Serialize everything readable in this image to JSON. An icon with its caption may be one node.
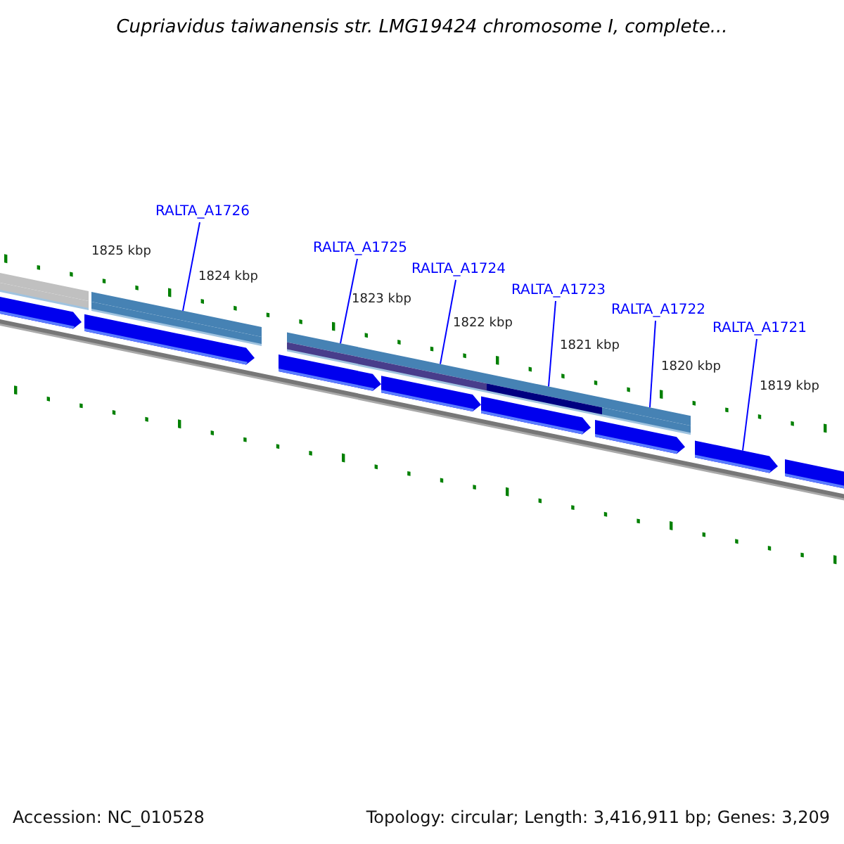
{
  "diagram": {
    "title": "Cupriavidus taiwanensis str. LMG19424 chromosome I, complete...",
    "nodes": [
      {
        "text": [
          "RALTA_A1726"
        ]
      },
      {
        "text": [
          "RALTA_A1725"
        ]
      },
      {
        "text": [
          "RALTA_A1724"
        ]
      },
      {
        "text": [
          "RALTA_A1723"
        ]
      },
      {
        "text": [
          "RALTA_A1722"
        ]
      },
      {
        "text": [
          "RALTA_A1721"
        ]
      },
      {
        "text": [],
        "shape": "bar"
      },
      {
        "text": [],
        "shape": "bar"
      },
      {
        "text": [],
        "shape": "bar"
      },
      {
        "text": [],
        "shape": "bar"
      },
      {
        "text": [],
        "shape": "bar"
      },
      {
        "text": [],
        "shape": "bar"
      },
      {
        "text": [],
        "shape": "bar"
      },
      {
        "text": [],
        "shape": "bar"
      }
    ],
    "edges": [
      {
        "from": 0,
        "to": 7,
        "arrow": "none"
      },
      {
        "from": 1,
        "to": 8,
        "arrow": "none"
      },
      {
        "from": 2,
        "to": 9,
        "arrow": "none"
      },
      {
        "from": 3,
        "to": 10,
        "arrow": "none"
      },
      {
        "from": 4,
        "to": 11,
        "arrow": "none"
      },
      {
        "from": 5,
        "to": 12,
        "arrow": "none"
      }
    ],
    "labels": [
      "1825 kbp",
      "1824 kbp",
      "1823 kbp",
      "1822 kbp",
      "1821 kbp",
      "1820 kbp",
      "1819 kbp",
      "Accession: NC_010528",
      "Topology: circular; Length: 3,416,911 bp; Genes: 3,209"
    ]
  }
}
